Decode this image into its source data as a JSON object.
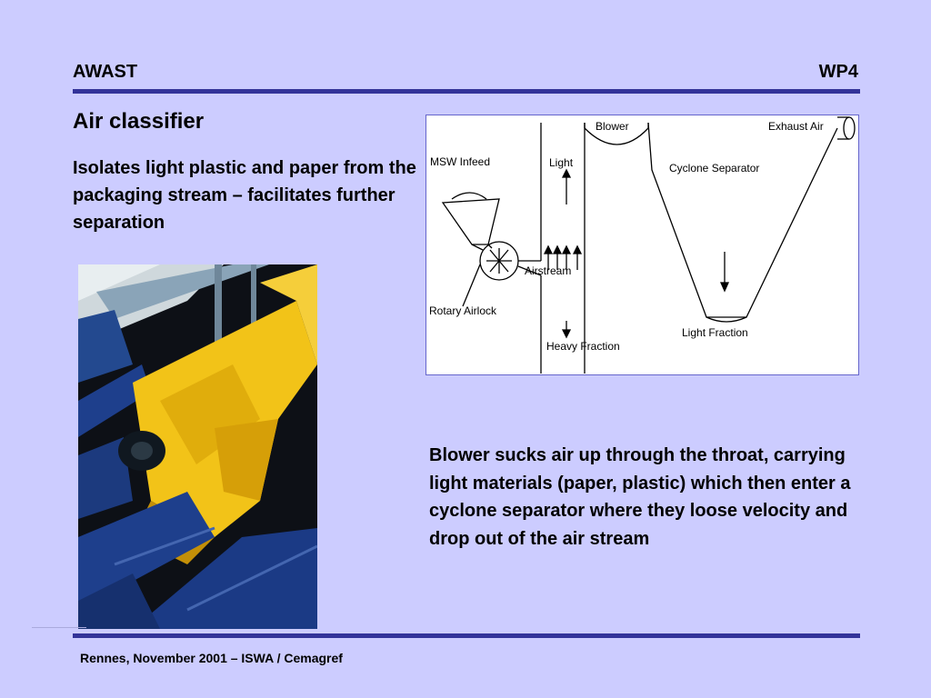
{
  "header": {
    "left": "AWAST",
    "right": "WP4"
  },
  "title": "Air classifier",
  "subtitle": "Isolates light plastic and paper from the packaging stream – facilitates further separation",
  "description": "Blower sucks air up through the throat, carrying light materials (paper, plastic) which then enter a cyclone separator where they loose velocity and drop out of the air stream",
  "footer": "Rennes, November 2001 – ISWA / Cemagref",
  "diagram": {
    "labels": {
      "blower": "Blower",
      "exhaust_air": "Exhaust Air",
      "msw_infeed": "MSW Infeed",
      "light": "Light",
      "cyclone_separator": "Cyclone Separator",
      "airstream": "Airstream",
      "rotary_airlock": "Rotary Airlock",
      "heavy_fraction": "Heavy Fraction",
      "light_fraction": "Light Fraction"
    }
  },
  "colors": {
    "background": "#ccccff",
    "rule": "#333399",
    "machine_yellow": "#f2c318",
    "conveyor_blue": "#1e3f8c"
  }
}
